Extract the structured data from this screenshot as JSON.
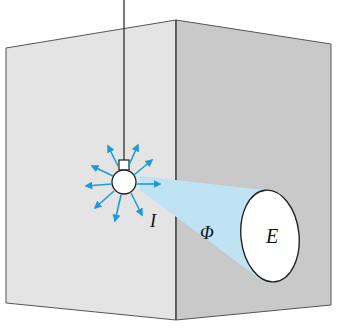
{
  "diagram": {
    "nodes": [
      {
        "text": [
          "E"
        ]
      }
    ],
    "labels": [
      "I",
      "Φ"
    ]
  }
}
